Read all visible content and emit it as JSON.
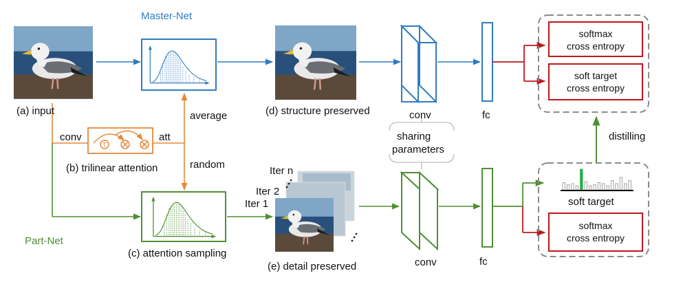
{
  "labels": {
    "master_net": "Master-Net",
    "part_net": "Part-Net",
    "input": "(a) input",
    "trilinear": "(b) trilinear attention",
    "attention_sampling": "(c) attention sampling",
    "structure_preserved": "(d) structure preserved",
    "detail_preserved": "(e) detail preserved",
    "conv_left": "conv",
    "att": "att",
    "average": "average",
    "random": "random",
    "conv_top": "conv",
    "conv_bottom": "conv",
    "fc_top": "fc",
    "fc_bottom": "fc",
    "sharing_1": "sharing",
    "sharing_2": "parameters",
    "distilling": "distilling",
    "soft_target": "soft target",
    "iter_n": "Iter n",
    "iter_2": "Iter 2",
    "iter_1": "Iter 1",
    "softmax_top_1": "softmax",
    "softmax_top_2": "cross entropy",
    "softtarget_1": "soft target",
    "softtarget_2": "cross entropy",
    "softmax_bottom_1": "softmax",
    "softmax_bottom_2": "cross entropy",
    "op_t": "T"
  },
  "colors": {
    "blue": "#2f7cc0",
    "green": "#4e8f32",
    "orange": "#e8873a",
    "red": "#c0161c",
    "gray": "#7f7f7f",
    "bar_highlight": "#23b04a"
  },
  "soft_target_bars": [
    0.35,
    0.25,
    0.3,
    0.2,
    1.0,
    0.4,
    0.2,
    0.25,
    0.35,
    0.3,
    0.2,
    0.45,
    0.3,
    0.6,
    0.3,
    0.45
  ]
}
